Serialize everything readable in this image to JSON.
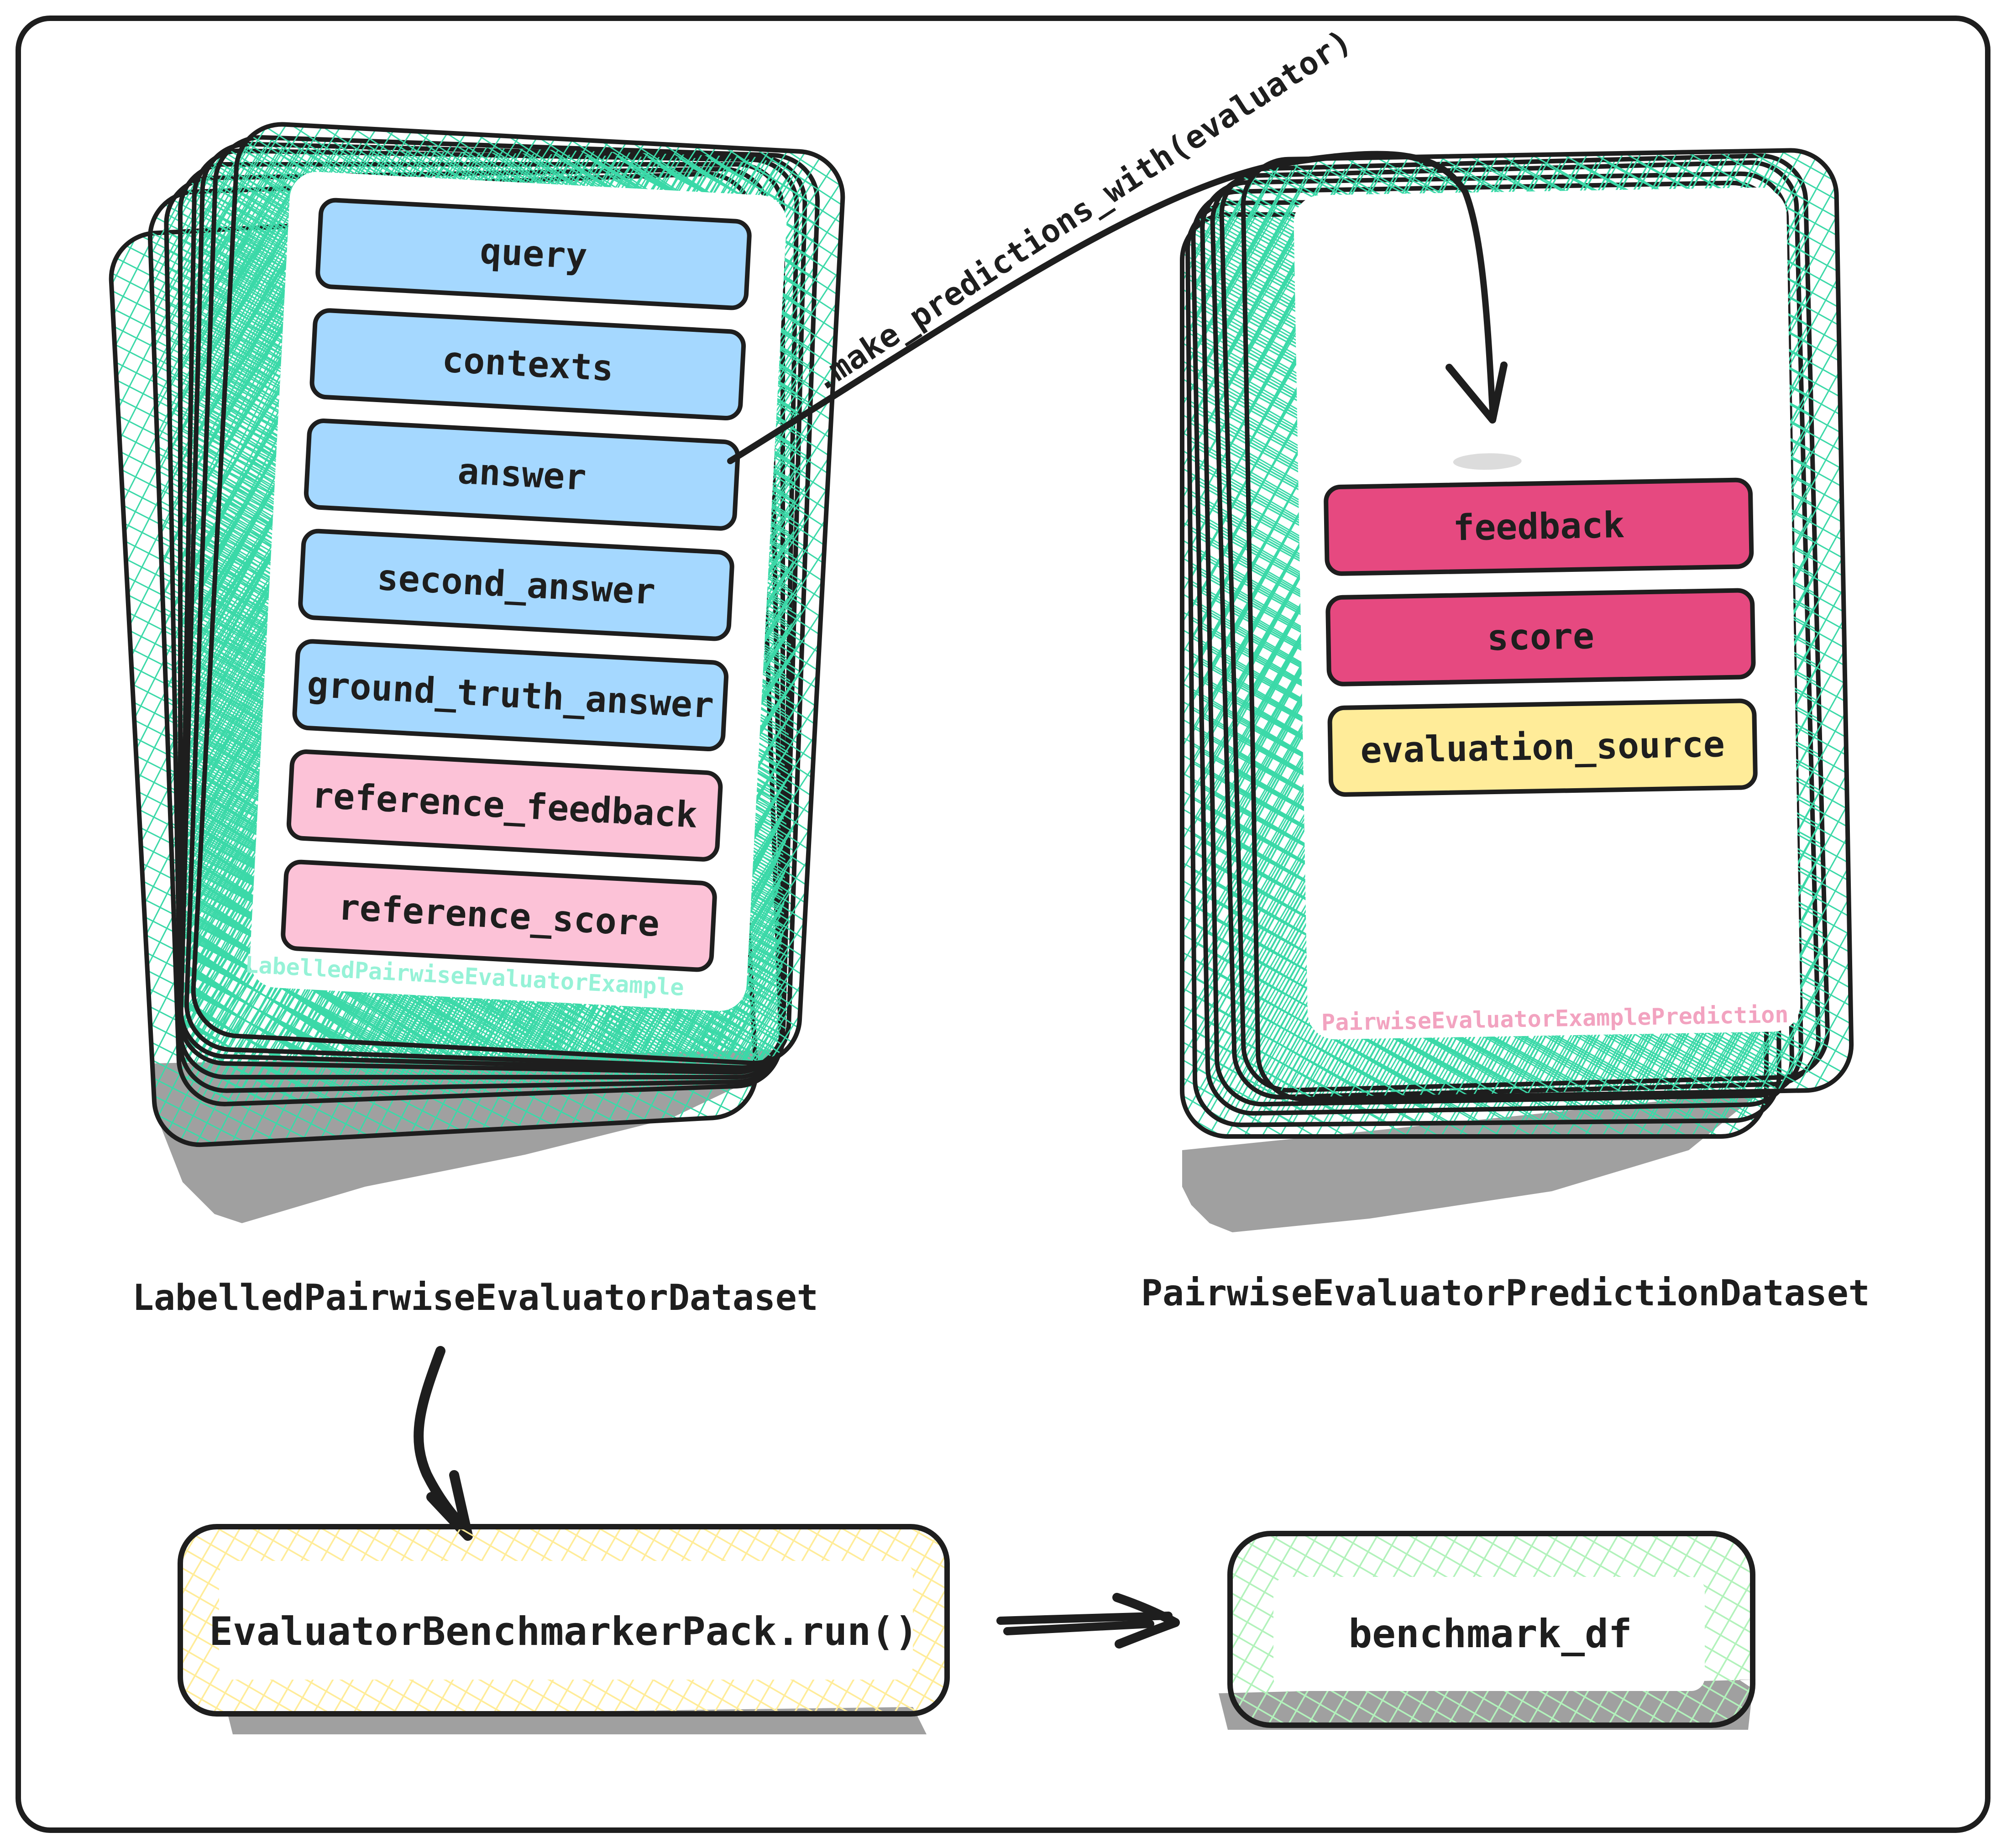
{
  "colors": {
    "ink": "#1e1e1e",
    "card_hatch": "#3bd9a8",
    "input_field": "#a5d8ff",
    "reference_field": "#fcc2d7",
    "prediction_field": "#e64980",
    "source_field": "#ffec99",
    "pack_hatch": "#ffec99",
    "output_hatch": "#b2f2bb",
    "shadow": "#a0a0a0",
    "example_caption": "#96f2d7",
    "prediction_caption": "#f2a3c0"
  },
  "left_stack": {
    "card_caption": "LabelledPairwiseEvaluatorExample",
    "dataset_label": "LabelledPairwiseEvaluatorDataset",
    "fields": [
      {
        "label": "query",
        "kind": "input"
      },
      {
        "label": "contexts",
        "kind": "input"
      },
      {
        "label": "answer",
        "kind": "input"
      },
      {
        "label": "second_answer",
        "kind": "input"
      },
      {
        "label": "ground_truth_answer",
        "kind": "input"
      },
      {
        "label": "reference_feedback",
        "kind": "reference"
      },
      {
        "label": "reference_score",
        "kind": "reference"
      }
    ]
  },
  "right_stack": {
    "card_caption": "PairwiseEvaluatorExamplePrediction",
    "dataset_label": "PairwiseEvaluatorPredictionDataset",
    "fields": [
      {
        "label": "feedback",
        "kind": "prediction"
      },
      {
        "label": "score",
        "kind": "prediction"
      },
      {
        "label": "evaluation_source",
        "kind": "source"
      }
    ]
  },
  "edges": {
    "make_predictions_label": ".make_predictions_with(evaluator)"
  },
  "bottom": {
    "pack_label": "EvaluatorBenchmarkerPack.run()",
    "output_label": "benchmark_df"
  }
}
